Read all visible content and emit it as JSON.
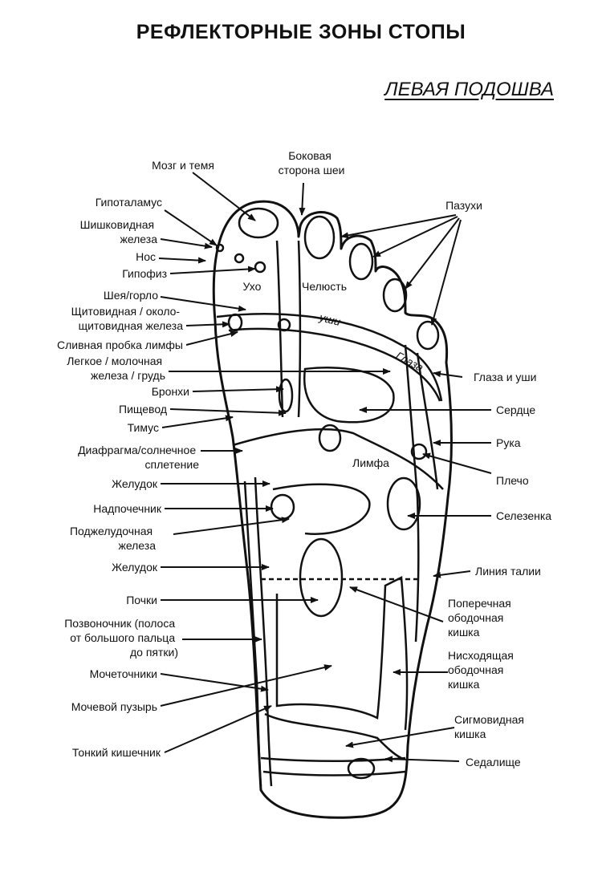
{
  "title": "РЕФЛЕКТОРНЫЕ ЗОНЫ СТОПЫ",
  "subtitle": "ЛЕВАЯ ПОДОШВА",
  "labels": {
    "mozg": [
      "Мозг и темя"
    ],
    "bokovaya": [
      "Боковая",
      "сторона шеи"
    ],
    "pazukhi": [
      "Пазухи"
    ],
    "gipotalamus": [
      "Гипоталамус"
    ],
    "shishkovidnaya": [
      "Шишковидная",
      "железа"
    ],
    "nos": [
      "Нос"
    ],
    "gipofiz": [
      "Гипофиз"
    ],
    "ukho": [
      "Ухо"
    ],
    "chelyust": [
      "Челюсть"
    ],
    "sheya": [
      "Шея/горло"
    ],
    "shchitovidnaya": [
      "Щитовидная / около-",
      "щитовидная железа"
    ],
    "ushi": [
      "уши"
    ],
    "slivnaya": [
      "Сливная пробка лимфы"
    ],
    "glaza_in": [
      "Глаза"
    ],
    "legkoe": [
      "Легкое / молочная",
      "железа / грудь"
    ],
    "glaza_ushi": [
      "Глаза и уши"
    ],
    "bronkhi": [
      "Бронхи"
    ],
    "pishchevod": [
      "Пищевод"
    ],
    "serdtse": [
      "Сердце"
    ],
    "timus": [
      "Тимус"
    ],
    "ruka": [
      "Рука"
    ],
    "diafragma": [
      "Диафрагма/солнечное",
      "сплетение"
    ],
    "limfa": [
      "Лимфа"
    ],
    "plecho": [
      "Плечо"
    ],
    "zheludok1": [
      "Желудок"
    ],
    "nadpochechnik": [
      "Надпочечник"
    ],
    "selezenka": [
      "Селезенка"
    ],
    "podzheludochnaya": [
      "Поджелудочная",
      "железа"
    ],
    "zheludok2": [
      "Желудок"
    ],
    "liniya_talii": [
      "Линия талии"
    ],
    "pochki": [
      "Почки"
    ],
    "poperechnaya": [
      "Поперечная",
      "ободочная",
      "кишка"
    ],
    "pozvonochnik": [
      "Позвоночник (полоса",
      "от большого пальца",
      "до пятки)"
    ],
    "nishodyashchaya": [
      "Нисходящая",
      "ободочная",
      "кишка"
    ],
    "mochetochniki": [
      "Мочеточники"
    ],
    "mochevoy": [
      "Мочевой пузырь"
    ],
    "sigmovidnaya": [
      "Сигмовидная",
      "кишка"
    ],
    "tonkiy": [
      "Тонкий кишечник"
    ],
    "sedalishche": [
      "Седалище"
    ]
  }
}
